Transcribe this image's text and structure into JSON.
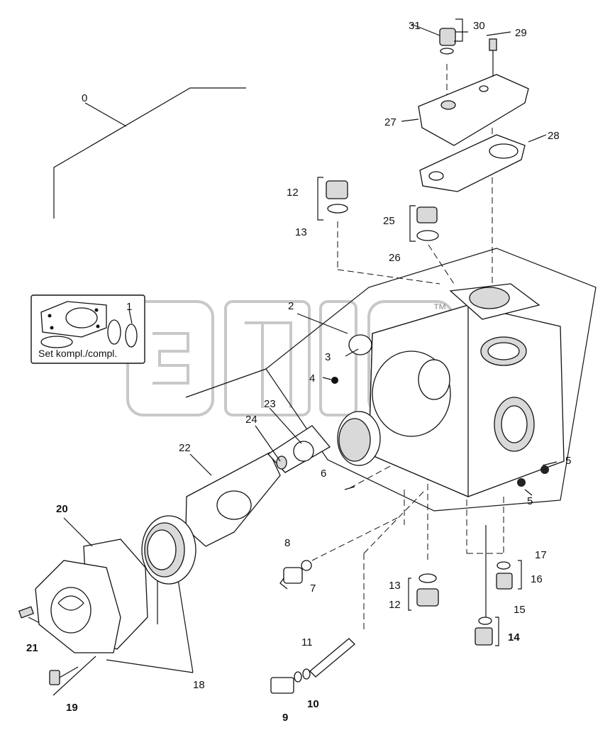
{
  "watermark": {
    "trademark": "™"
  },
  "set_box": {
    "caption": "Set kompl./compl.",
    "number": "1"
  },
  "callouts": {
    "c0": "0",
    "c2": "2",
    "c3": "3",
    "c4": "4",
    "c5a": "5",
    "c5b": "5",
    "c6": "6",
    "c7": "7",
    "c8": "8",
    "c9": "9",
    "c10": "10",
    "c11": "11",
    "c12a": "12",
    "c12b": "12",
    "c13a": "13",
    "c13b": "13",
    "c14": "14",
    "c15": "15",
    "c16": "16",
    "c17": "17",
    "c18": "18",
    "c19": "19",
    "c20": "20",
    "c21": "21",
    "c22": "22",
    "c23": "23",
    "c24": "24",
    "c25": "25",
    "c26": "26",
    "c27": "27",
    "c28": "28",
    "c29": "29",
    "c30": "30",
    "c31": "31"
  }
}
